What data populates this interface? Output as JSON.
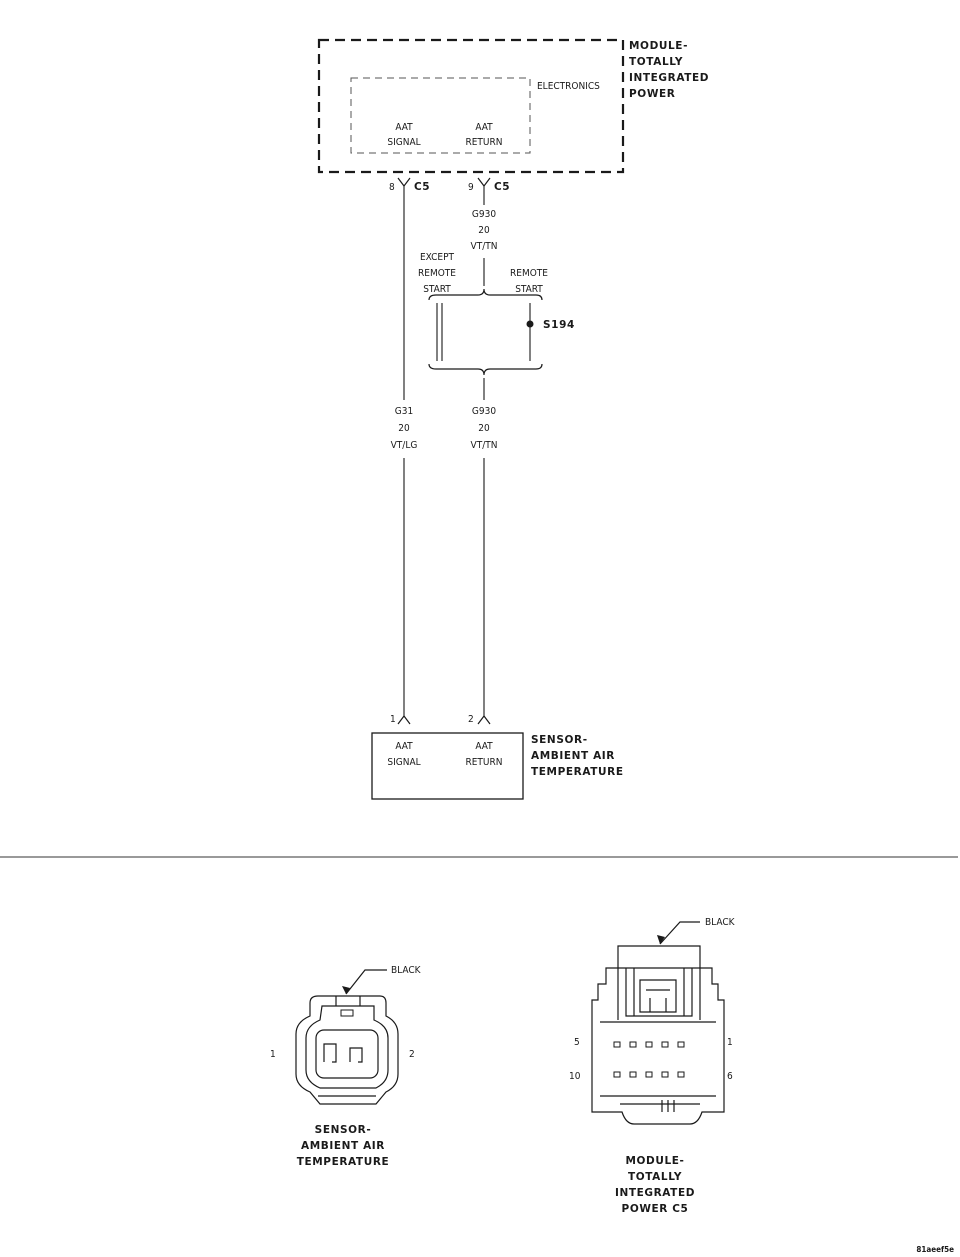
{
  "module": {
    "title": [
      "MODULE-",
      "TOTALLY",
      "INTEGRATED",
      "POWER"
    ],
    "electronics_label": "ELECTRONICS",
    "pins": [
      {
        "line1": "AAT",
        "line2": "SIGNAL",
        "pin": "8",
        "connector": "C5"
      },
      {
        "line1": "AAT",
        "line2": "RETURN",
        "pin": "9",
        "connector": "C5"
      }
    ]
  },
  "wires": {
    "g930_upper": {
      "circuit": "G930",
      "gauge": "20",
      "color": "VT/TN"
    },
    "g31": {
      "circuit": "G31",
      "gauge": "20",
      "color": "VT/LG"
    },
    "g930_lower": {
      "circuit": "G930",
      "gauge": "20",
      "color": "VT/TN"
    }
  },
  "option": {
    "except": [
      "EXCEPT",
      "REMOTE",
      "START"
    ],
    "remote": [
      "REMOTE",
      "START"
    ],
    "splice": "S194"
  },
  "sensor": {
    "title": [
      "SENSOR-",
      "AMBIENT AIR",
      "TEMPERATURE"
    ],
    "pins": [
      {
        "pin": "1",
        "line1": "AAT",
        "line2": "SIGNAL"
      },
      {
        "pin": "2",
        "line1": "AAT",
        "line2": "RETURN"
      }
    ]
  },
  "connectors": {
    "sensor": {
      "color_label": "BLACK",
      "pin_left": "1",
      "pin_right": "2",
      "caption": [
        "SENSOR-",
        "AMBIENT AIR",
        "TEMPERATURE"
      ]
    },
    "module": {
      "color_label": "BLACK",
      "pins": {
        "top_left": "5",
        "top_right": "1",
        "bottom_left": "10",
        "bottom_right": "6"
      },
      "caption": [
        "MODULE-",
        "TOTALLY",
        "INTEGRATED",
        "POWER C5"
      ]
    }
  },
  "figure_id": "81aeef5e"
}
